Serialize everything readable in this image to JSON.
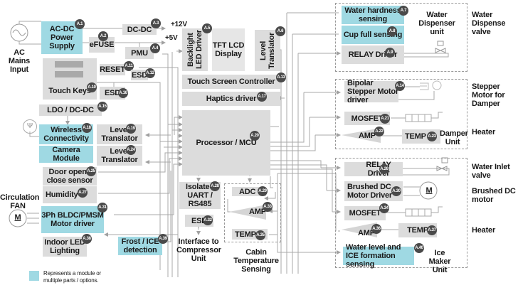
{
  "diagram": {
    "colors": {
      "block": "#dcdcdc",
      "module": "#9fd9e3",
      "badge": "#4a4a4a",
      "wire": "#a0a0a0"
    },
    "power": {
      "ac_mains": "AC Mains Input",
      "ac_dc": "AC-DC Power Supply",
      "ac_dc_id": "A.1",
      "efuse": "eFUSE",
      "efuse_id": "A.2",
      "dcdc": "DC-DC",
      "dcdc_id": "A.3",
      "pmu": "PMU",
      "pmu_id": "A.4",
      "v12": "+12V",
      "v5": "+5V"
    },
    "display": {
      "backlight": "Backlight LED Driver",
      "backlight_id": "A.5",
      "tft": "TFT LCD Display",
      "level": "Level Translator",
      "level_id": "A.6",
      "touch_ctrl": "Touch Screen Controller",
      "touch_ctrl_id": "A.13",
      "haptics": "Haptics driver",
      "haptics_id": "A.17"
    },
    "left": {
      "reset": "RESET",
      "reset_id": "A.11",
      "esd1": "ESD",
      "esd1_id": "A.12",
      "touch_keys": "Touch Keys",
      "touch_keys_id": "A.10",
      "esd2": "ESD",
      "esd2_id": "A.16",
      "ldo": "LDO / DC-DC",
      "ldo_id": "A.15",
      "wireless": "Wireless Connectivity",
      "wireless_id": "A.18",
      "camera": "Camera Module",
      "lt1": "Level Translator",
      "lt1_id": "A.19",
      "lt2": "Level Translator",
      "lt2_id": "A.24",
      "door": "Door open / close sensor",
      "door_id": "A.25",
      "humidity": "Humidity",
      "humidity_id": "A.27",
      "fan": "Circulation FAN",
      "motor_m": "M",
      "bldc": "3Ph BLDC/PMSM Motor driver",
      "bldc_id": "A.31",
      "led": "Indoor LED Lighting",
      "led_id": "A.38",
      "frost": "Frost / ICE detection",
      "frost_id": "A.39"
    },
    "mcu": {
      "label": "Processor / MCU",
      "id": "A.20"
    },
    "bottom": {
      "uart": "Isolated UART / RS485",
      "uart_id": "A.28",
      "esd": "ESD",
      "esd_id": "A.32",
      "compressor": "Interface to Compressor Unit",
      "adc": "ADC",
      "adc_id": "A.29",
      "amp": "AMP",
      "amp_id": "A.33",
      "temp": "TEMP",
      "temp_id": "A.35",
      "cabin": "Cabin Temperature Sensing"
    },
    "dispenser": {
      "hardness": "Water hardness sensing",
      "hardness_id": "A.7",
      "cupfull": "Cup full sensing",
      "cupfull_id": "A.8",
      "relay": "RELAY Driver",
      "relay_id": "A.9",
      "unit": "Water Dispenser unit",
      "valve": "Water Dispense valve"
    },
    "damper": {
      "stepper": "Bipolar Stepper Motor driver",
      "stepper_id": "A.14",
      "mosfet": "MOSFET",
      "mosfet_id": "A.21",
      "amp": "AMP",
      "amp_id": "A.22",
      "temp": "TEMP",
      "temp_id": "A.23",
      "unit": "Damper Unit",
      "stepper_label": "Stepper Motor for Damper",
      "heater": "Heater"
    },
    "icemaker": {
      "relay": "RELAY Driver",
      "relay_id": "A.26",
      "brushed": "Brushed DC Motor Driver",
      "brushed_id": "A.30",
      "motor_m": "M",
      "mosfet": "MOSFET",
      "mosfet_id": "A.34",
      "amp": "AMP",
      "amp_id": "A.36",
      "temp": "TEMP",
      "temp_id": "A.37",
      "waterlevel": "Water level  and ICE formation sensing",
      "waterlevel_id": "A.40",
      "unit": "Ice Maker Unit",
      "inlet": "Water Inlet valve",
      "brushed_label": "Brushed DC motor",
      "heater": "Heater"
    },
    "legend": {
      "text": "Represents a module or multiple parts / options."
    }
  }
}
